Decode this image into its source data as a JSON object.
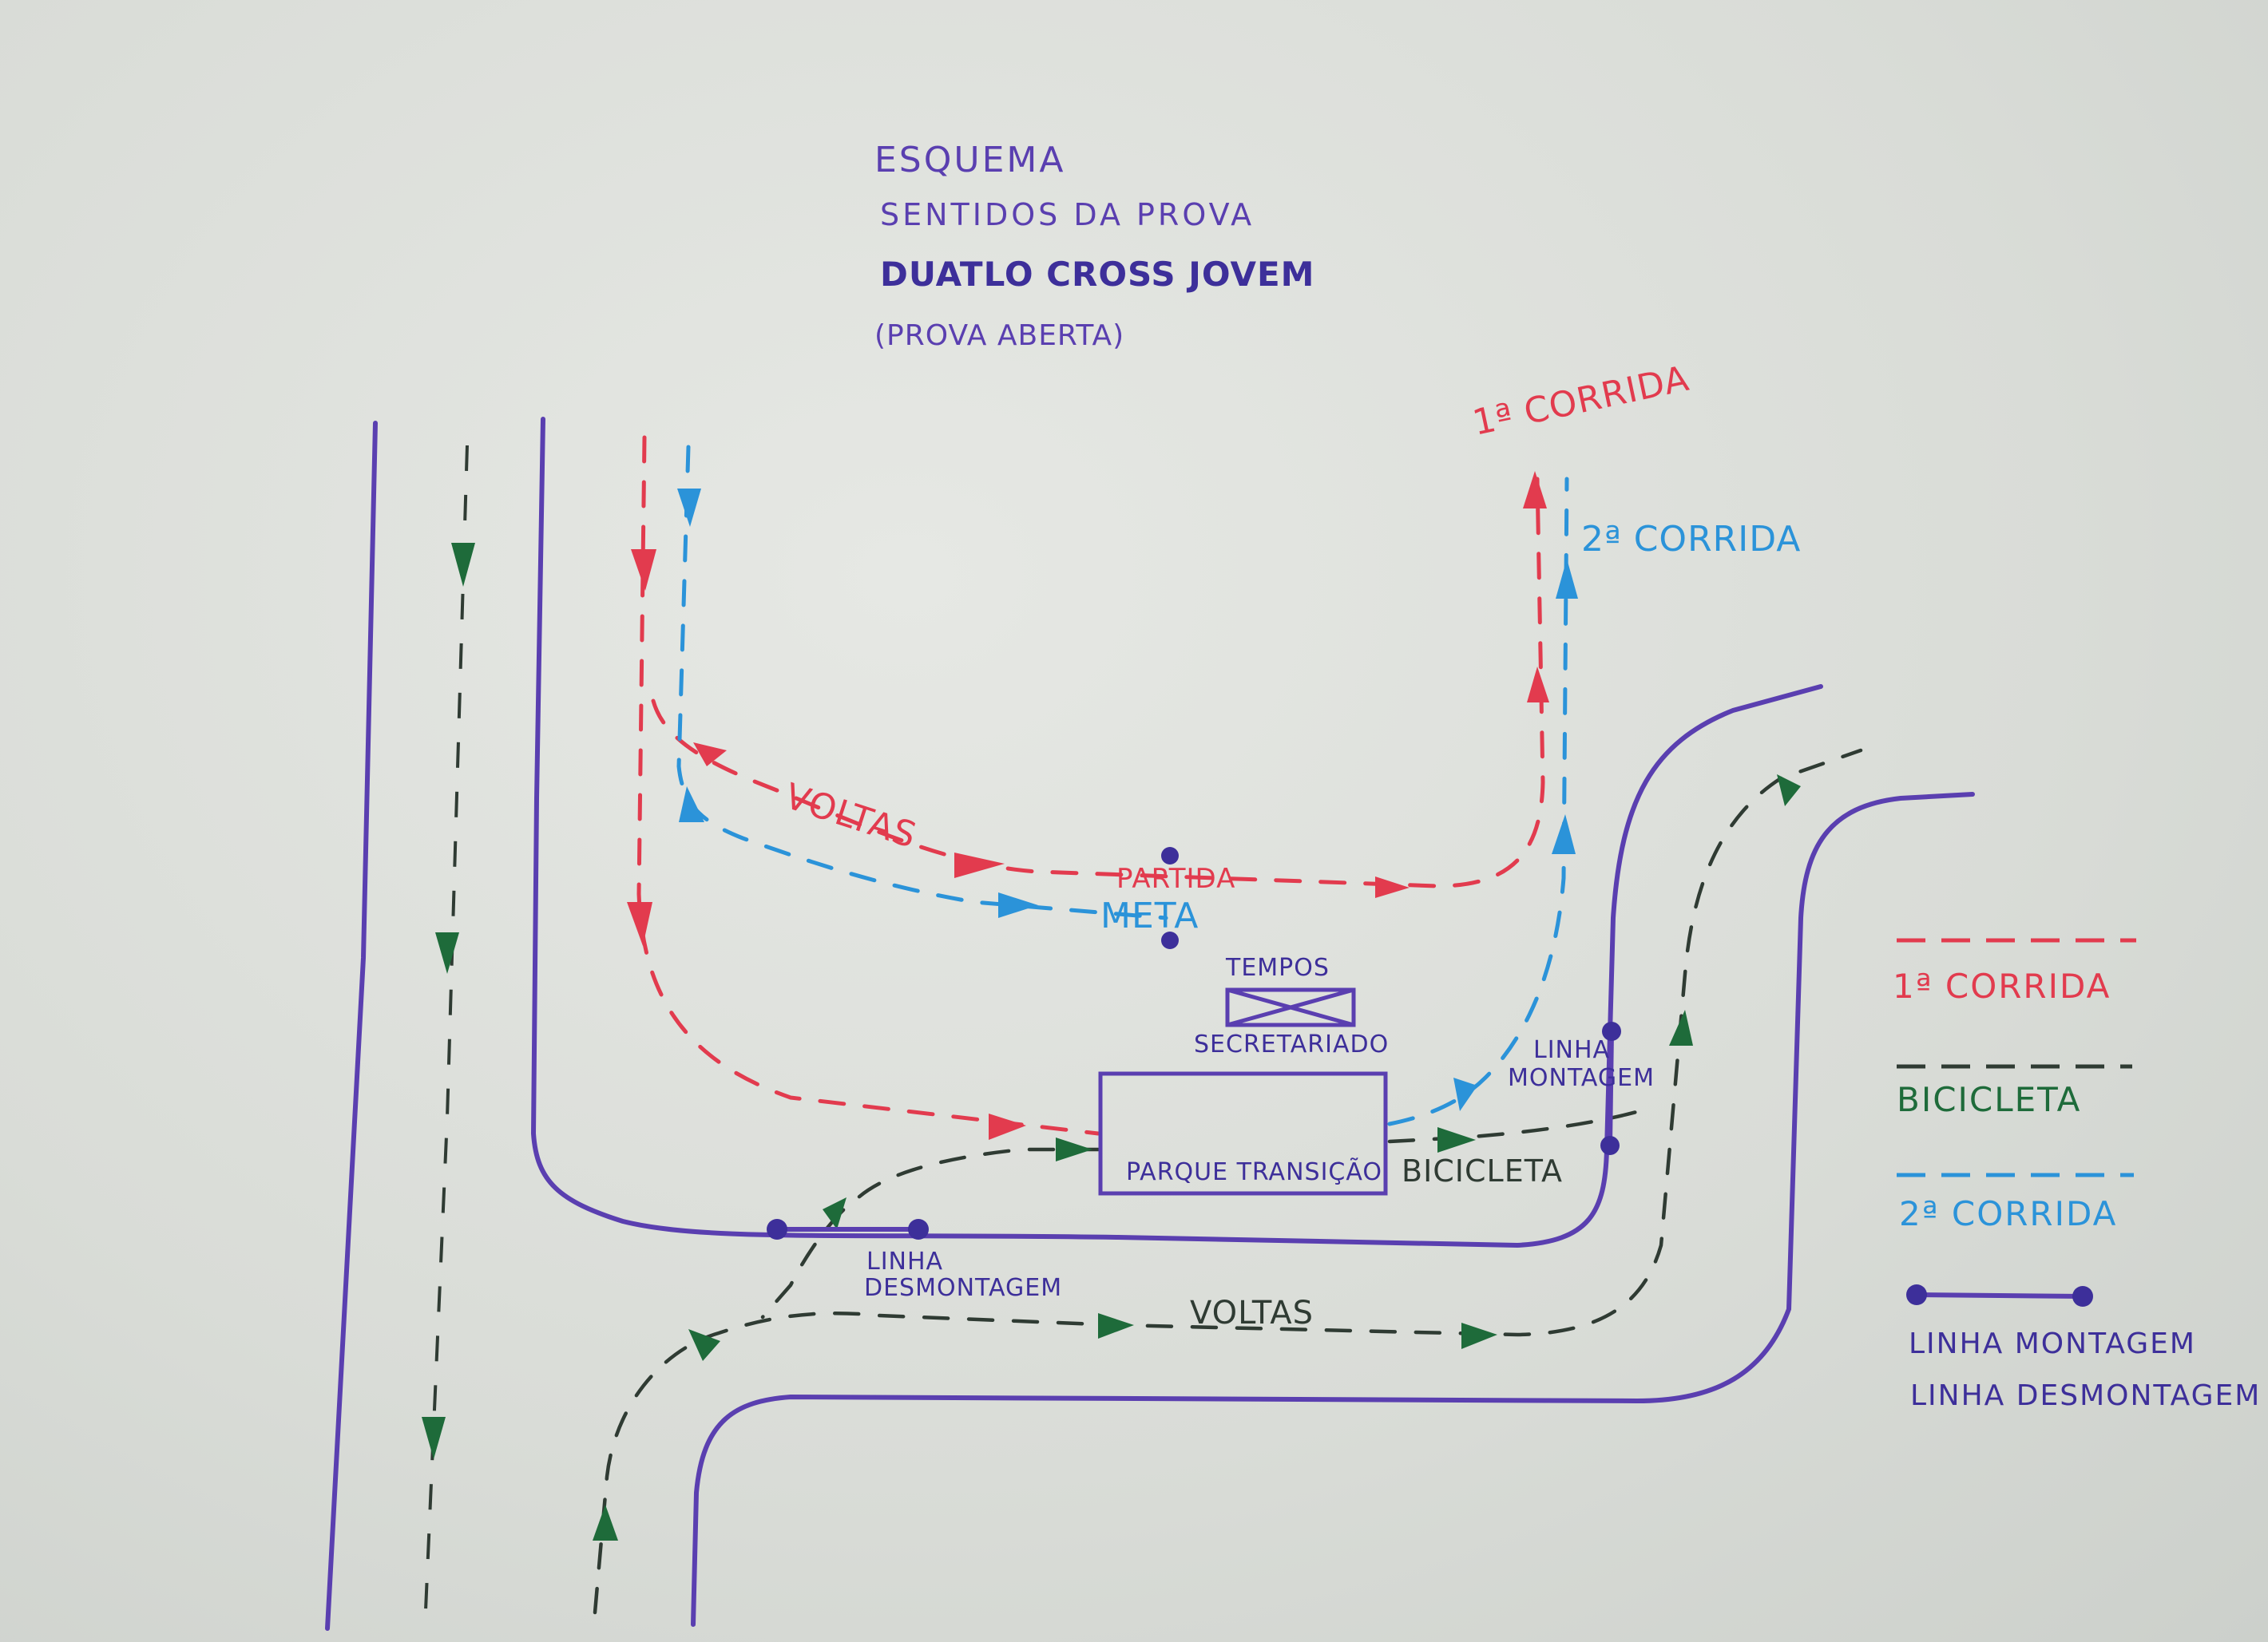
{
  "title": {
    "line1": "ESQUEMA",
    "line2": "SENTIDOS DA PROVA",
    "line3": "DUATLO CROSS JOVEM",
    "line4": "(PROVA ABERTA)"
  },
  "colors": {
    "paper": "#dfe1dd",
    "road": "#5a3fb0",
    "run1": "#e23b4e",
    "run2": "#2b93d9",
    "bike": "#2f3b33",
    "bike_arrow": "#1e6b3a"
  },
  "labels": {
    "run1_top": "1ª CORRIDA",
    "run2_top": "2ª CORRIDA",
    "voltas_run": "VOLTAS",
    "partida": "PARTIDA",
    "meta": "META",
    "tempos": "TEMPOS",
    "secretariado": "SECRETARIADO",
    "parque": "PARQUE TRANSIÇÃO",
    "bicicleta": "BICICLETA",
    "linha_montagem_1": "LINHA",
    "linha_montagem_2": "MONTAGEM",
    "linha_desmontagem_1": "LINHA",
    "linha_desmontagem_2": "DESMONTAGEM",
    "voltas_bike": "VOLTAS"
  },
  "legend": {
    "run1": "1ª CORRIDA",
    "bike": "BICICLETA",
    "run2": "2ª CORRIDA",
    "line_montagem": "LINHA MONTAGEM",
    "line_desmontagem": "LINHA DESMONTAGEM"
  }
}
